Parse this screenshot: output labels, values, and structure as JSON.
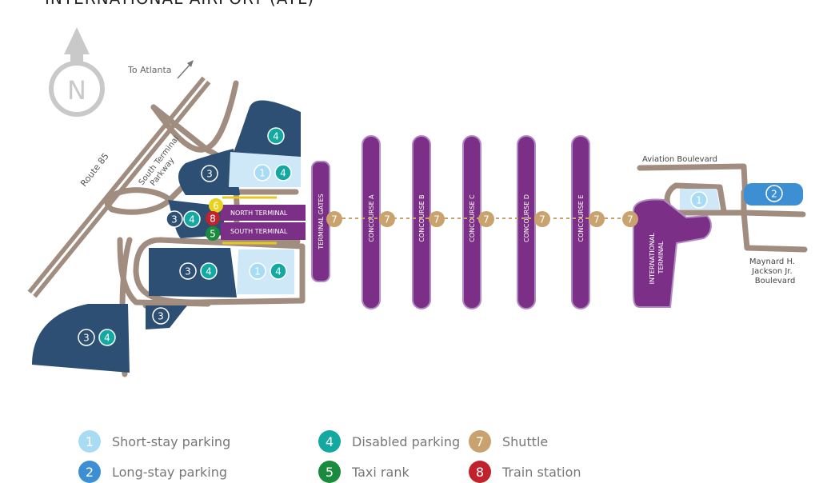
{
  "title": "INTERNATIONAL AIRPORT (ATL)",
  "compass": {
    "letter": "N"
  },
  "roads": {
    "to_atlanta": "To Atlanta",
    "route85": "Route 85",
    "south_terminal_parkway": "South Terminal\nParkway",
    "aviation_boulevard": "Aviation Boulevard",
    "maynard": "Maynard H.\nJackson Jr.\nBoulevard"
  },
  "terminals": {
    "north": "NORTH TERMINAL",
    "south": "SOUTH TERMINAL",
    "gates": "TERMINAL GATES",
    "international": "INTERNATIONAL\nTERMINAL"
  },
  "concourses": [
    "CONCOURSE A",
    "CONCOURSE B",
    "CONCOURSE C",
    "CONCOURSE D",
    "CONCOURSE E"
  ],
  "legend": [
    {
      "num": "1",
      "label": "Short-stay parking",
      "color": "#a8dcf5",
      "textColor": "#ffffff"
    },
    {
      "num": "2",
      "label": "Long-stay parking",
      "color": "#3d8fd4",
      "textColor": "#ffffff"
    },
    {
      "num": "4",
      "label": "Disabled parking",
      "color": "#13a8a1",
      "textColor": "#ffffff"
    },
    {
      "num": "5",
      "label": "Taxi rank",
      "color": "#1a8a3c",
      "textColor": "#ffffff"
    },
    {
      "num": "7",
      "label": "Shuttle",
      "color": "#c9a36e",
      "textColor": "#ffffff"
    },
    {
      "num": "8",
      "label": "Train station",
      "color": "#c0232e",
      "textColor": "#ffffff"
    }
  ],
  "map_badges": {
    "lot_north_top": "4",
    "short_north_1": "1",
    "short_north_4": "4",
    "lot_left_3": "3",
    "lot_mid_3": "3",
    "lot_mid_4": "4",
    "shuttle_stop_6": "6",
    "train_8": "8",
    "taxi_5": "5",
    "lot_south_3": "3",
    "lot_south_4": "4",
    "short_south_1": "1",
    "short_south_4": "4",
    "lot_small_3": "3",
    "lot_sw_3": "3",
    "lot_sw_4": "4",
    "intl_short_1": "1",
    "intl_long_2": "2",
    "shuttle_7": "7"
  },
  "colors": {
    "road": "#a18d80",
    "lot_dark": "#2d4f73",
    "lot_light": "#cfe8f7",
    "terminal": "#7b2f86",
    "terminal_border": "#b08ac4",
    "shuttle_line": "#c9a36e",
    "highlight": "#e8c61c"
  }
}
